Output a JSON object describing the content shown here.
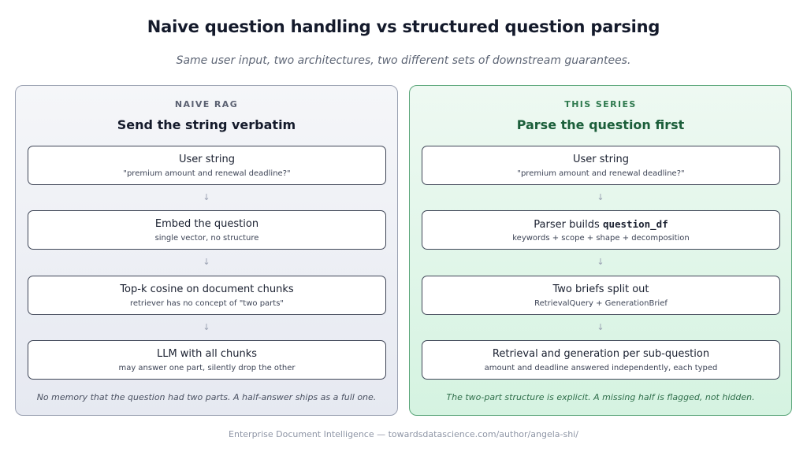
{
  "title": "Naive question handling vs structured question parsing",
  "subtitle": "Same user input, two architectures, two different sets of downstream guarantees.",
  "arrow_glyph": "↓",
  "left": {
    "eyebrow": "NAIVE RAG",
    "heading": "Send the string verbatim",
    "steps": [
      {
        "title": "User string",
        "desc": "\"premium amount and renewal deadline?\""
      },
      {
        "title": "Embed the question",
        "desc": "single vector, no structure"
      },
      {
        "title": "Top-k cosine on document chunks",
        "desc": "retriever has no concept of \"two parts\""
      },
      {
        "title": "LLM with all chunks",
        "desc": "may answer one part, silently drop the other"
      }
    ],
    "footnote": "No memory that the question had two parts. A half-answer ships as a full one."
  },
  "right": {
    "eyebrow": "THIS SERIES",
    "heading": "Parse the question first",
    "steps": [
      {
        "title": "User string",
        "desc": "\"premium amount and renewal deadline?\""
      },
      {
        "title_prefix": "Parser builds ",
        "title_code": "question_df",
        "desc": "keywords + scope + shape + decomposition"
      },
      {
        "title": "Two briefs split out",
        "desc": "RetrievalQuery + GenerationBrief"
      },
      {
        "title": "Retrieval and generation per sub-question",
        "desc": "amount and deadline answered independently, each typed"
      }
    ],
    "footnote": "The two-part structure is explicit. A missing half is flagged, not hidden."
  },
  "credit": "Enterprise Document Intelligence — towardsdatascience.com/author/angela-shi/",
  "colors": {
    "left_border": "#9aa1b2",
    "right_border": "#5aa579",
    "right_accent": "#1b5e3a"
  }
}
